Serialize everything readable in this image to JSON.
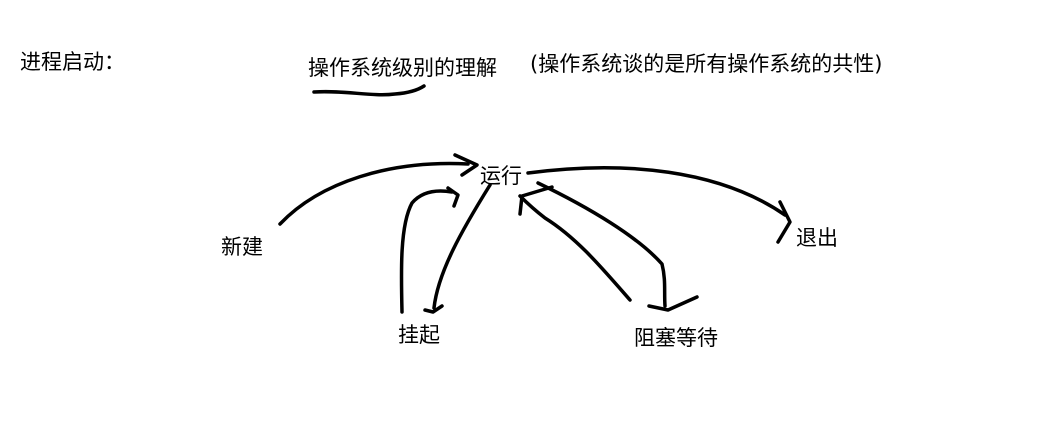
{
  "header": {
    "heading": "进程启动：",
    "subtitle": "操作系统级别的理解",
    "note": "(操作系统谈的是所有操作系统的共性)"
  },
  "diagram": {
    "nodes": {
      "running": "运行",
      "new": "新建",
      "exit": "退出",
      "suspended": "挂起",
      "blocked": "阻塞等待"
    },
    "edges": [
      {
        "from": "new",
        "to": "running"
      },
      {
        "from": "running",
        "to": "exit"
      },
      {
        "from": "running",
        "to": "suspended"
      },
      {
        "from": "suspended",
        "to": "running"
      },
      {
        "from": "running",
        "to": "blocked"
      },
      {
        "from": "blocked",
        "to": "running"
      }
    ],
    "stroke_color": "#000000"
  }
}
